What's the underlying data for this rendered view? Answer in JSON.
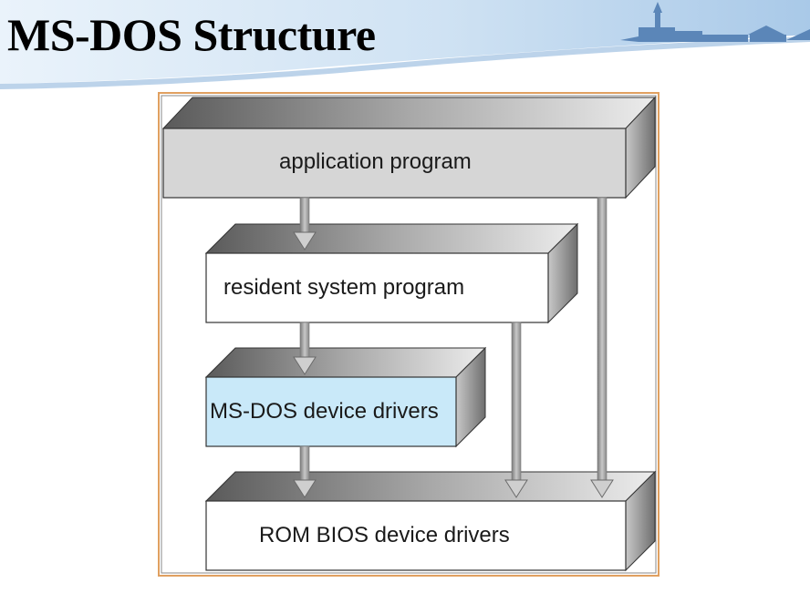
{
  "slide": {
    "title": "MS-DOS Structure"
  },
  "diagram": {
    "layers": [
      {
        "id": "application-program",
        "label": "application program",
        "face_color": "#d6d6d6"
      },
      {
        "id": "resident-system-program",
        "label": "resident system program",
        "face_color": "#ffffff"
      },
      {
        "id": "ms-dos-device-drivers",
        "label": "MS-DOS device drivers",
        "face_color": "#c9e9f9"
      },
      {
        "id": "rom-bios-device-drivers",
        "label": "ROM BIOS device drivers",
        "face_color": "#ffffff"
      }
    ],
    "frame_color": "#e0a060",
    "arrow_color": "#9c9c9c"
  }
}
